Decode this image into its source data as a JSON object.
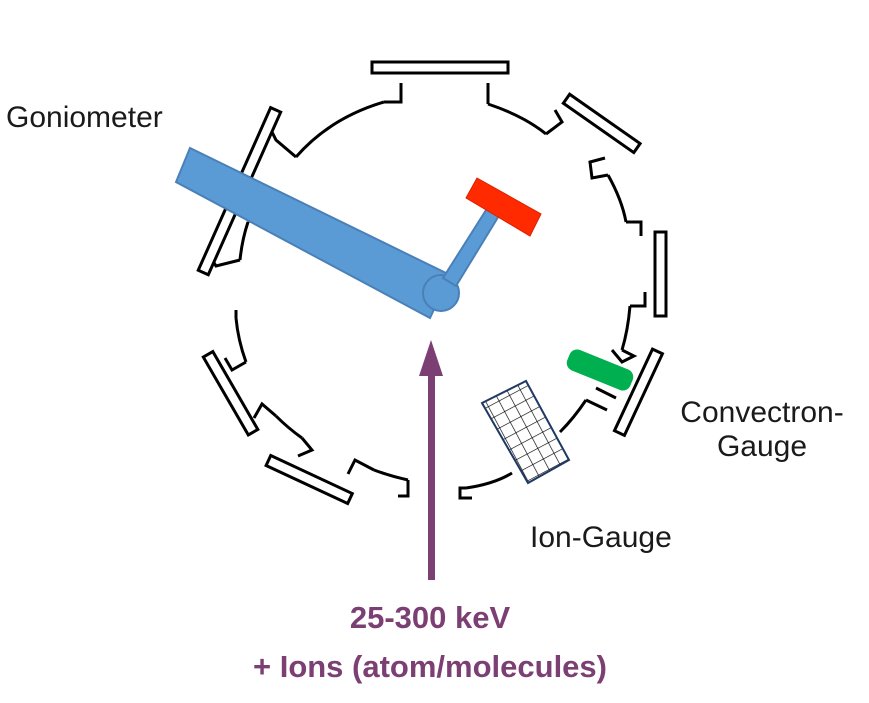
{
  "labels": {
    "goniometer": "Goniometer",
    "convectron_line1": "Convectron-",
    "convectron_line2": "Gauge",
    "ion_gauge": "Ion-Gauge"
  },
  "beam": {
    "energy": "25-300 keV",
    "ions": "+ Ions (atom/molecules)"
  },
  "colors": {
    "outline": "#000000",
    "goniometer_arm": "#5b9bd5",
    "goniometer_arm_stroke": "#4a80b8",
    "sample_holder": "#ff2a00",
    "convectron_gauge": "#00b050",
    "beam_arrow": "#7b3f73",
    "ion_gauge_outline": "#1f3864"
  }
}
